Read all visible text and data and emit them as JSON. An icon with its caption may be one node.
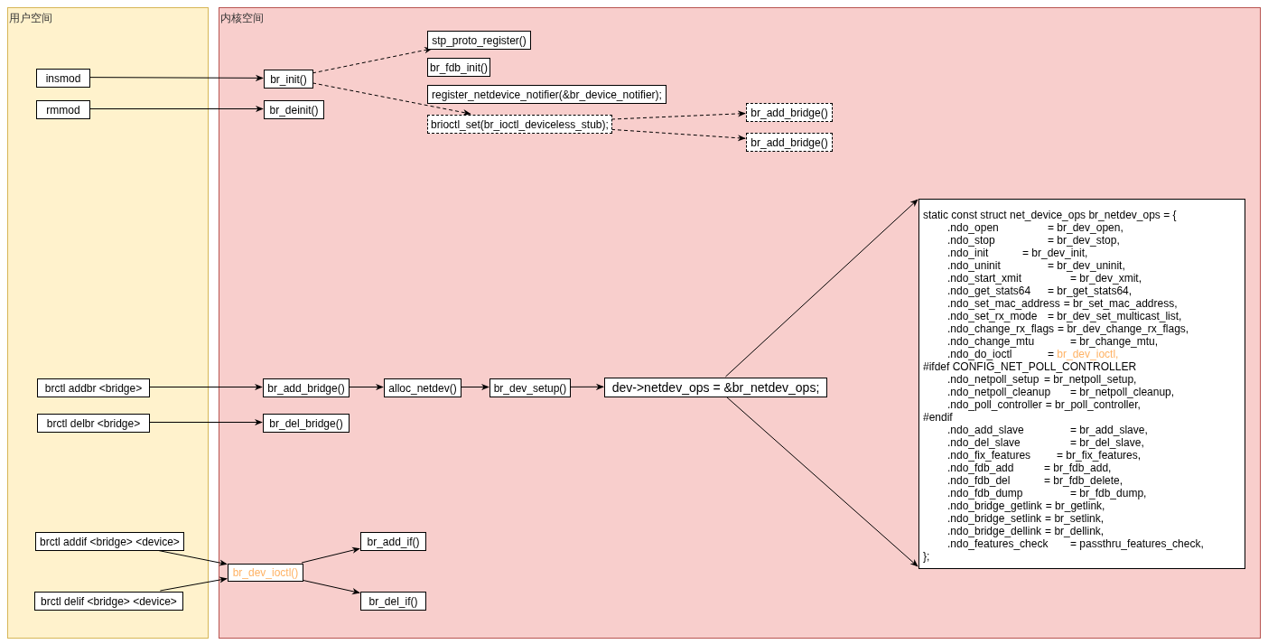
{
  "diagram": {
    "nodes": [
      {
        "text": [
          "用户空间"
        ]
      },
      {
        "text": [
          "内核空间"
        ]
      },
      {
        "text": [
          "insmod"
        ],
        "in": 0
      },
      {
        "text": [
          "rmmod"
        ],
        "in": 0
      },
      {
        "text": [
          "br_init()"
        ],
        "in": 1
      },
      {
        "text": [
          "br_deinit()"
        ],
        "in": 1
      },
      {
        "text": [
          "stp_proto_register()"
        ],
        "in": 1
      },
      {
        "text": [
          "br_fdb_init()"
        ],
        "in": 1
      },
      {
        "text": [
          "register_netdevice_notifier(&br_device_notifier);"
        ],
        "in": 1
      },
      {
        "text": [
          "brioctl_set(br_ioctl_deviceless_stub);"
        ],
        "in": 1
      },
      {
        "text": [
          "br_add_bridge()"
        ],
        "in": 1
      },
      {
        "text": [
          "br_add_bridge()"
        ],
        "in": 1
      },
      {
        "text": [
          "brctl addbr <bridge>"
        ],
        "in": 0
      },
      {
        "text": [
          "brctl delbr <bridge>"
        ],
        "in": 0
      },
      {
        "text": [
          "br_add_bridge()"
        ],
        "in": 1
      },
      {
        "text": [
          "br_del_bridge()"
        ],
        "in": 1
      },
      {
        "text": [
          "alloc_netdev()"
        ],
        "in": 1
      },
      {
        "text": [
          "br_dev_setup()"
        ],
        "in": 1
      },
      {
        "text": [
          "dev->netdev_ops = &br_netdev_ops;"
        ],
        "in": 1
      },
      {
        "text": [
          "static const struct net_device_ops br_netdev_ops = {",
          ".ndo_open = br_dev_open,",
          ".ndo_stop = br_dev_stop,",
          ".ndo_init = br_dev_init,",
          ".ndo_uninit = br_dev_uninit,",
          ".ndo_start_xmit = br_dev_xmit,",
          ".ndo_get_stats64 = br_get_stats64,",
          ".ndo_set_mac_address = br_set_mac_address,",
          ".ndo_set_rx_mode = br_dev_set_multicast_list,",
          ".ndo_change_rx_flags = br_dev_change_rx_flags,",
          ".ndo_change_mtu = br_change_mtu,",
          ".ndo_do_ioctl = br_dev_ioctl,",
          "#ifdef CONFIG_NET_POLL_CONTROLLER",
          ".ndo_netpoll_setup = br_netpoll_setup,",
          ".ndo_netpoll_cleanup = br_netpoll_cleanup,",
          ".ndo_poll_controller = br_poll_controller,",
          "#endif",
          ".ndo_add_slave = br_add_slave,",
          ".ndo_del_slave = br_del_slave,",
          ".ndo_fix_features = br_fix_features,",
          ".ndo_fdb_add = br_fdb_add,",
          ".ndo_fdb_del = br_fdb_delete,",
          ".ndo_fdb_dump = br_fdb_dump,",
          ".ndo_bridge_getlink = br_getlink,",
          ".ndo_bridge_setlink = br_setlink,",
          ".ndo_bridge_dellink = br_dellink,",
          ".ndo_features_check = passthru_features_check,",
          "};"
        ],
        "in": 1
      },
      {
        "text": [
          "brctl addif <bridge> <device>"
        ],
        "in": 0
      },
      {
        "text": [
          "brctl delif <bridge> <device>"
        ],
        "in": 0
      },
      {
        "text": [
          "br_dev_ioctl()"
        ],
        "in": 1
      },
      {
        "text": [
          "br_add_if()"
        ],
        "in": 1
      },
      {
        "text": [
          "br_del_if()"
        ],
        "in": 1
      }
    ],
    "edges": [
      {
        "from": 2,
        "to": 4,
        "arrow": "to"
      },
      {
        "from": 3,
        "to": 5,
        "arrow": "to"
      },
      {
        "from": 4,
        "to": 6,
        "arrow": "to",
        "style": "dashed"
      },
      {
        "from": 4,
        "to": 9,
        "arrow": "to",
        "style": "dashed"
      },
      {
        "from": 9,
        "to": 10,
        "arrow": "to",
        "style": "dashed"
      },
      {
        "from": 9,
        "to": 11,
        "arrow": "to",
        "style": "dashed"
      },
      {
        "from": 12,
        "to": 14,
        "arrow": "to"
      },
      {
        "from": 13,
        "to": 15,
        "arrow": "to"
      },
      {
        "from": 14,
        "to": 16,
        "arrow": "to"
      },
      {
        "from": 16,
        "to": 17,
        "arrow": "to"
      },
      {
        "from": 17,
        "to": 18,
        "arrow": "to"
      },
      {
        "from": 18,
        "to": 19,
        "arrow": "to"
      },
      {
        "from": 18,
        "to": 19,
        "arrow": "to"
      },
      {
        "from": 20,
        "to": 22,
        "arrow": "to"
      },
      {
        "from": 21,
        "to": 22,
        "arrow": "to"
      },
      {
        "from": 22,
        "to": 23,
        "arrow": "to"
      },
      {
        "from": 22,
        "to": 24,
        "arrow": "to"
      }
    ]
  }
}
